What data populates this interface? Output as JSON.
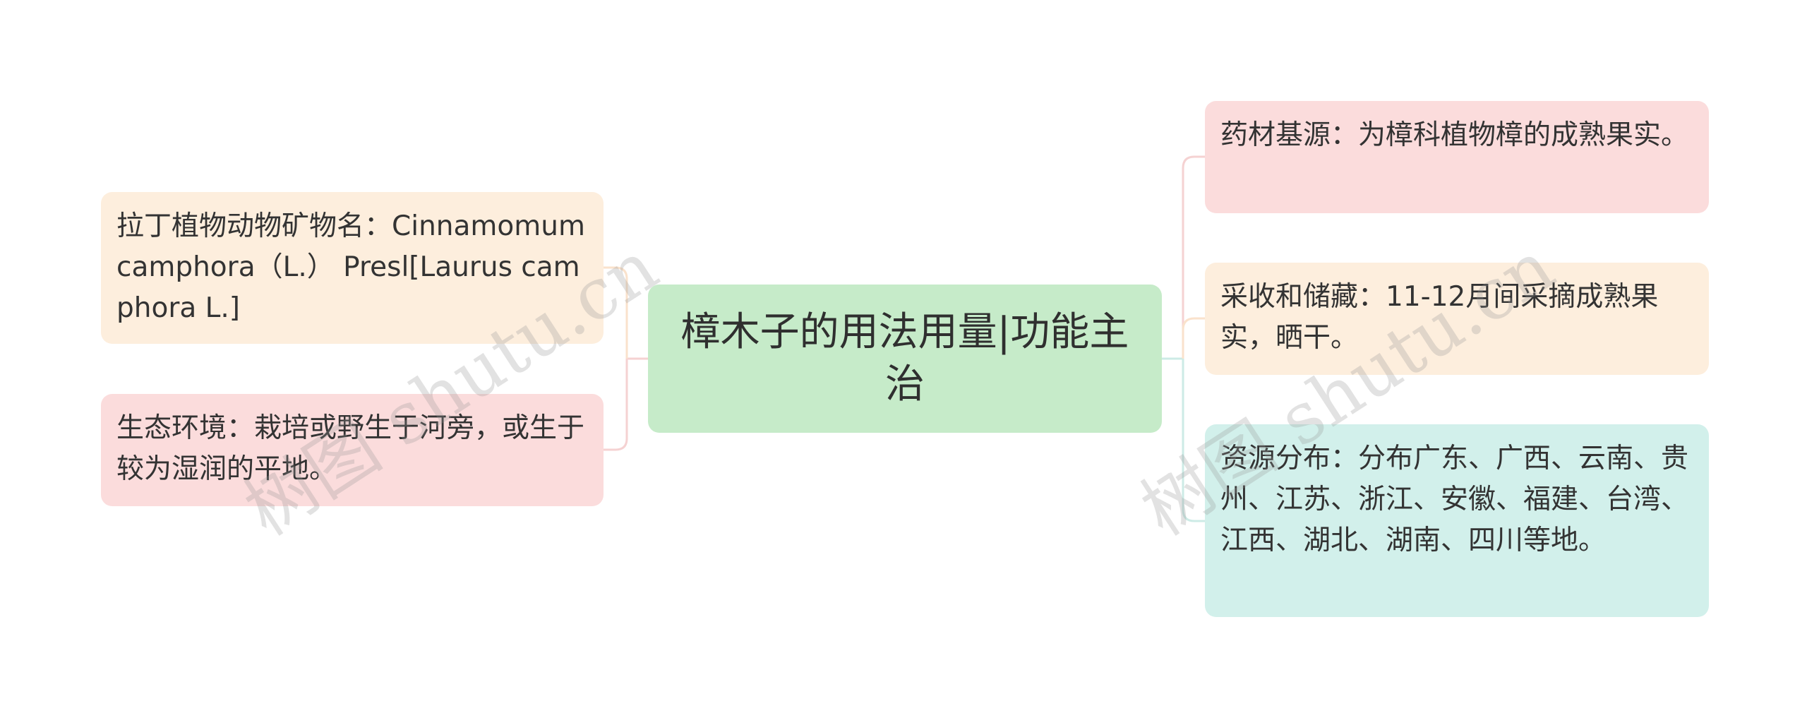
{
  "mindmap": {
    "center": {
      "text": "樟木子的用法用量|功能主治"
    },
    "left_branches": [
      {
        "text": "拉丁植物动物矿物名：Cinnamomum camphora（L.） Presl[Laurus camphora L.]"
      },
      {
        "text": "生态环境：栽培或野生于河旁，或生于较为湿润的平地。"
      }
    ],
    "right_branches": [
      {
        "text": "药材基源：为樟科植物樟的成熟果实。"
      },
      {
        "text": "采收和储藏：11-12月间采摘成熟果实，晒干。"
      },
      {
        "text": "资源分布：分布广东、广西、云南、贵州、江苏、浙江、安徽、福建、台湾、江西、湖北、湖南、四川等地。"
      }
    ]
  },
  "watermark": {
    "text": "树图 shutu.cn"
  },
  "colors": {
    "center_fill": "#c6ebc9",
    "peach_fill": "#fdeedd",
    "pink_fill": "#fbdcdc",
    "teal_fill": "#d2f0eb",
    "text": "#333333"
  }
}
